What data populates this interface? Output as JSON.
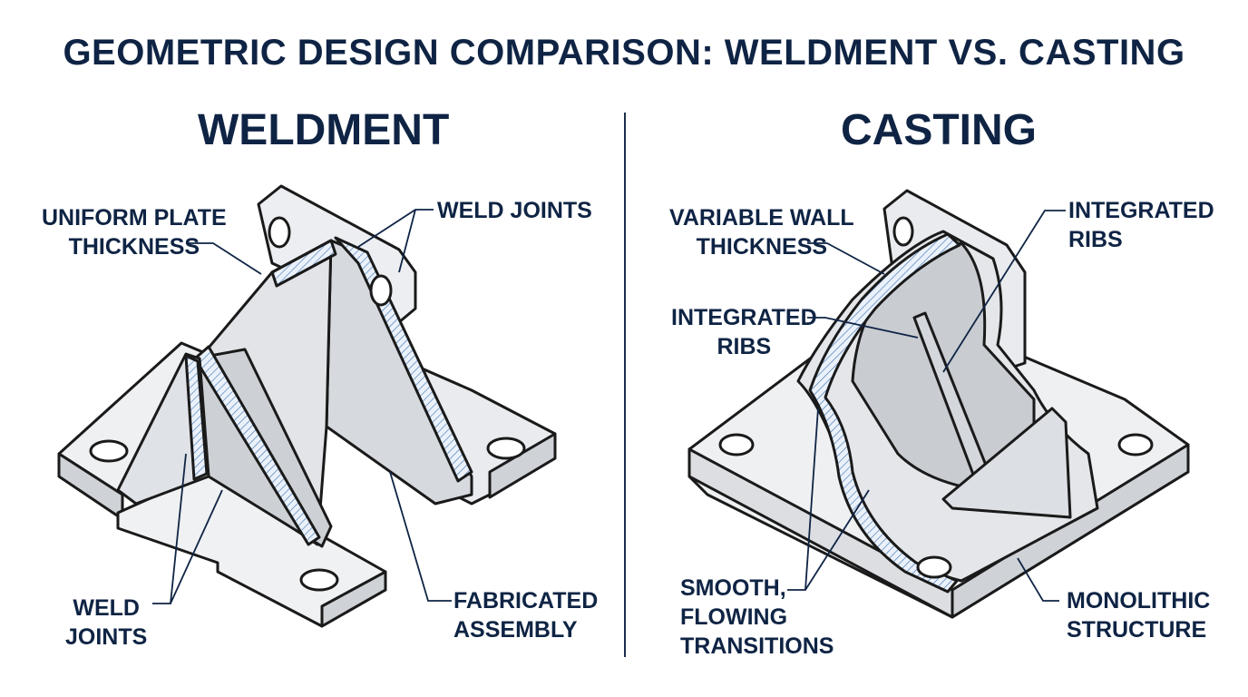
{
  "title": "GEOMETRIC DESIGN COMPARISON: WELDMENT VS. CASTING",
  "weldment": {
    "heading": "WELDMENT",
    "labels": {
      "uniform_plate": [
        "UNIFORM PLATE",
        "THICKNESS"
      ],
      "weld_joints_top": [
        "WELD JOINTS"
      ],
      "weld_joints_bottom": [
        "WELD",
        "JOINTS"
      ],
      "fabricated": [
        "FABRICATED",
        "ASSEMBLY"
      ]
    }
  },
  "casting": {
    "heading": "CASTING",
    "labels": {
      "variable_wall": [
        "VARIABLE WALL",
        "THICKNESS"
      ],
      "integrated_ribs_top": [
        "INTEGRATED",
        "RIBS"
      ],
      "integrated_ribs_left": [
        "INTEGRATED",
        "RIBS"
      ],
      "smooth": [
        "SMOOTH,",
        "FLOWING",
        "TRANSITIONS"
      ],
      "monolithic": [
        "MONOLITHIC",
        "STRUCTURE"
      ]
    }
  },
  "colors": {
    "ink": "#0f2444",
    "outline": "#1a1a1a",
    "face_light": "#f2f3f5",
    "face_mid": "#dcdee2",
    "face_dark": "#c4c7cc",
    "section_hatch": "#3a6fb0"
  }
}
